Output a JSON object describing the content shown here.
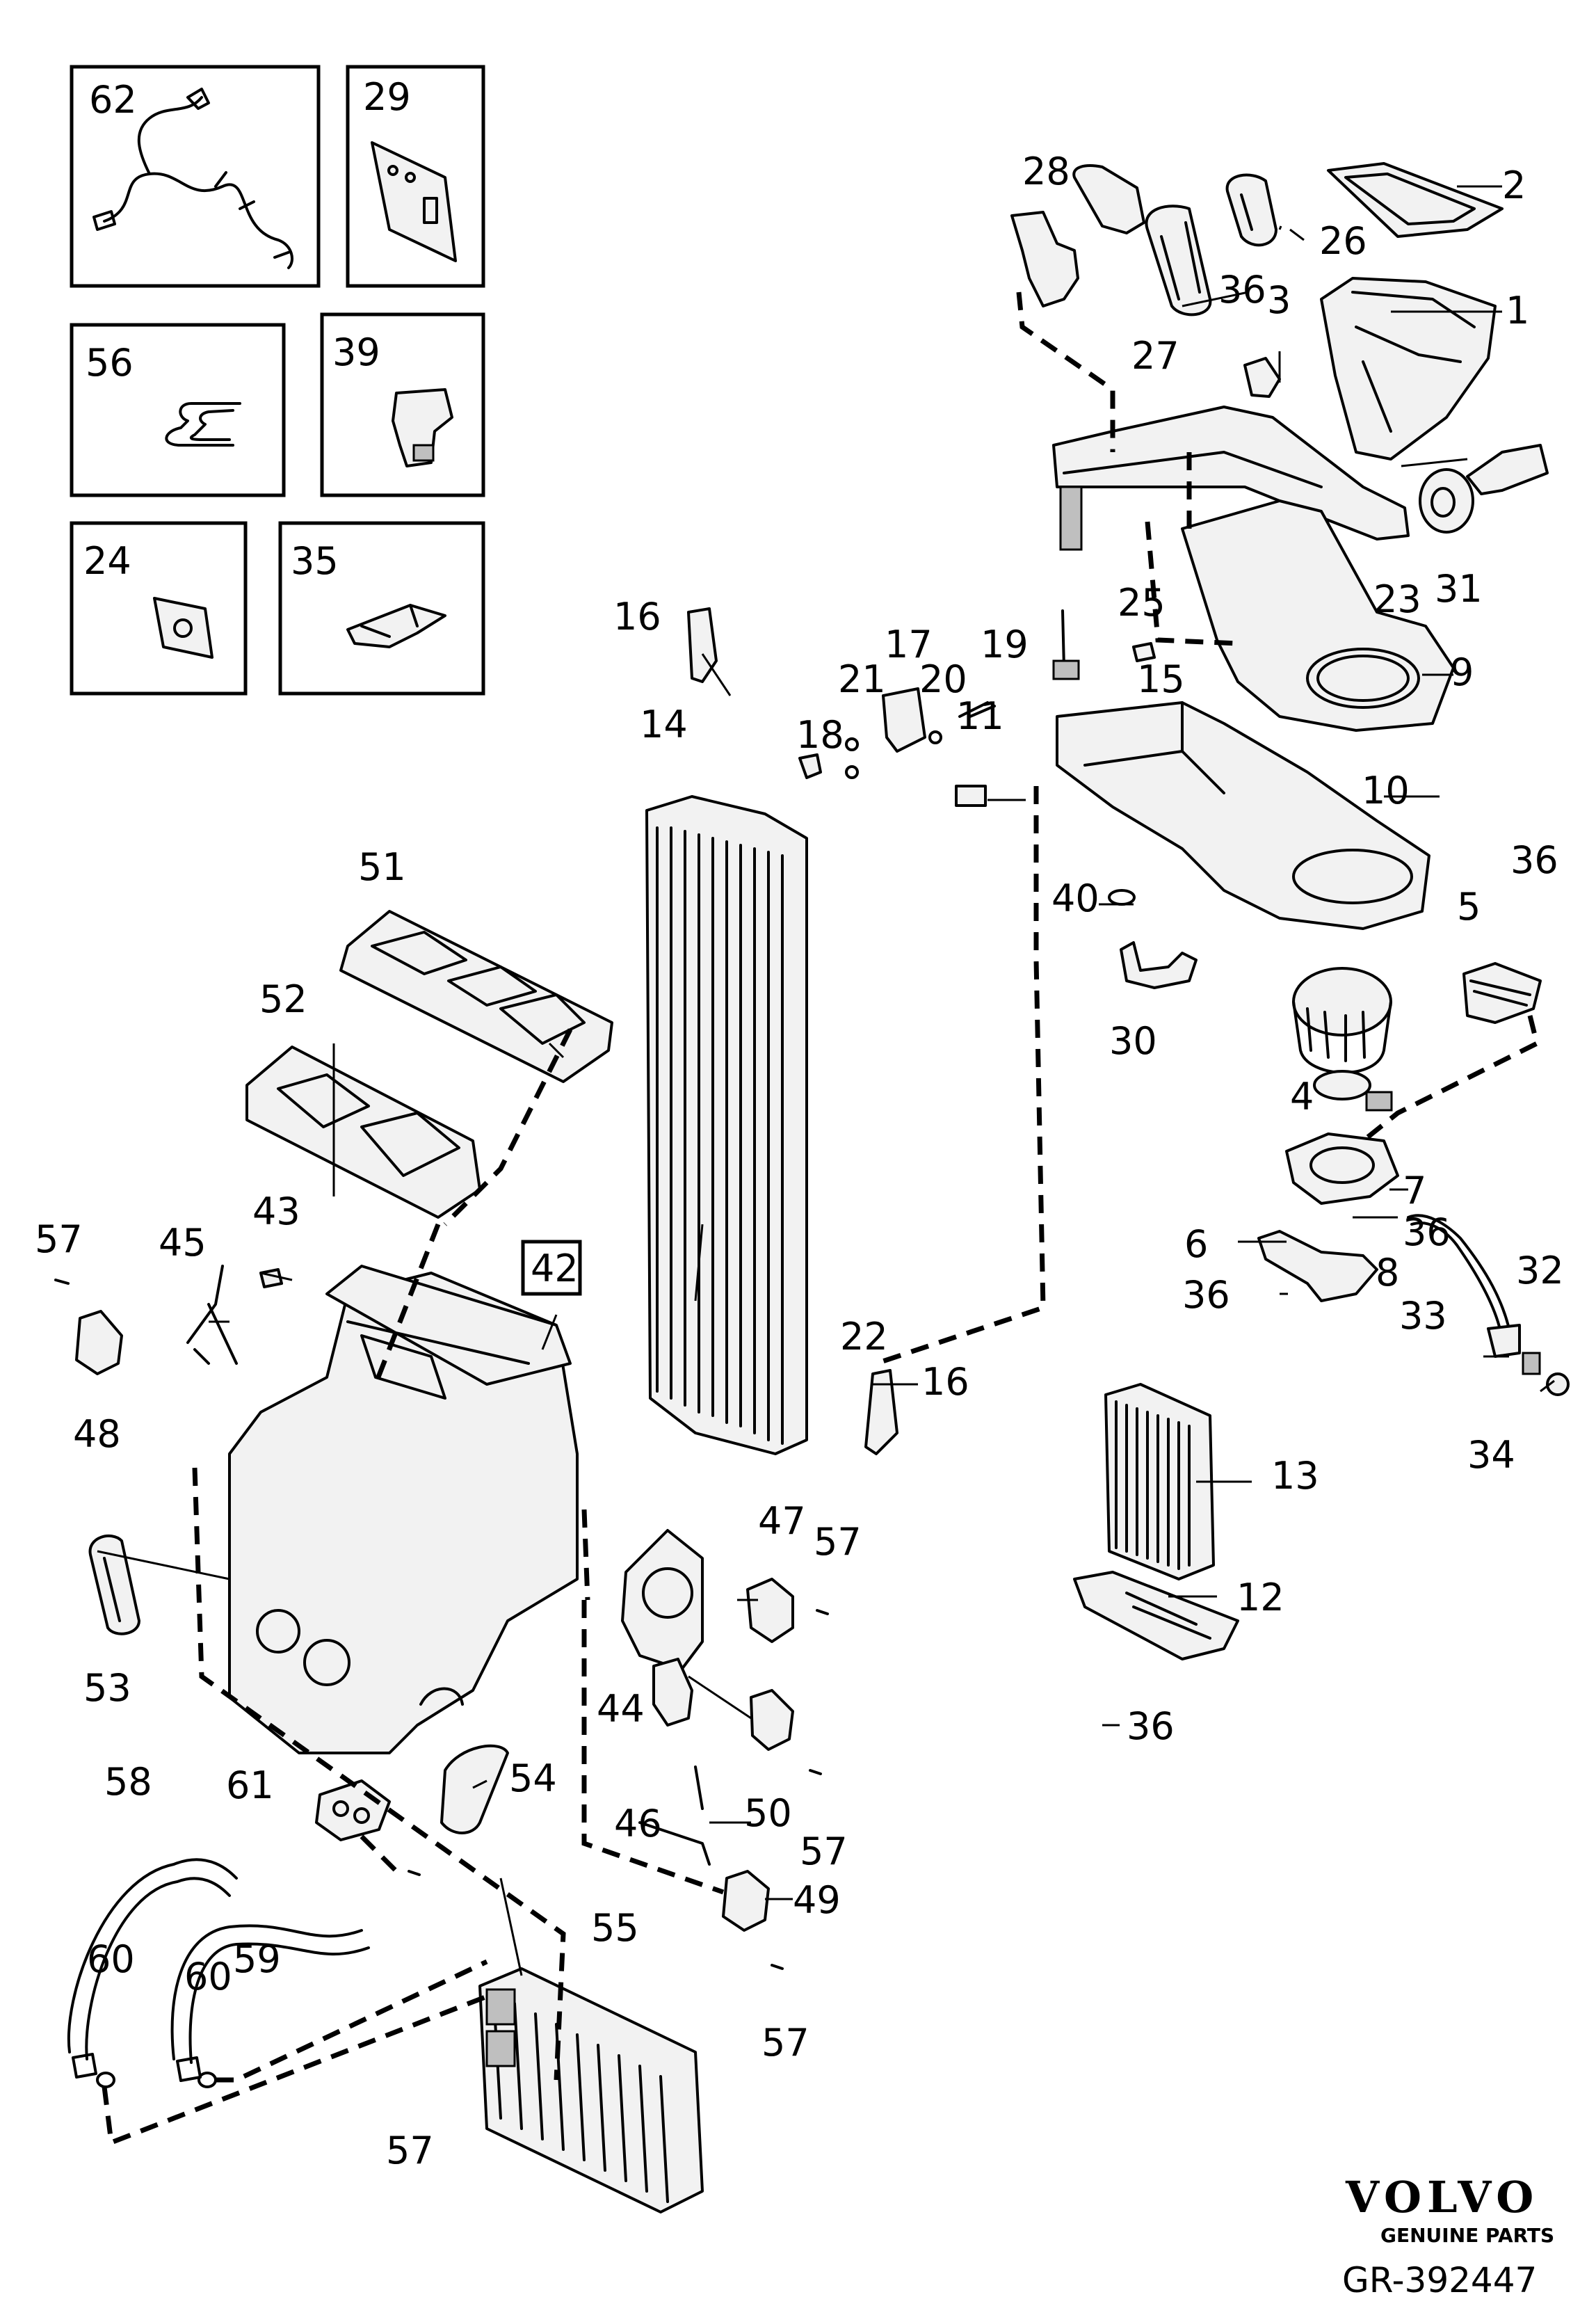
{
  "callouts": {
    "c1": "1",
    "c2": "2",
    "c3": "3",
    "c4": "4",
    "c5": "5",
    "c6": "6",
    "c7": "7",
    "c8": "8",
    "c9": "9",
    "c10": "10",
    "c11": "11",
    "c12": "12",
    "c13": "13",
    "c14": "14",
    "c15": "15",
    "c16": "16",
    "c17": "17",
    "c18": "18",
    "c19": "19",
    "c20": "20",
    "c21": "21",
    "c22": "22",
    "c23": "23",
    "c24": "24",
    "c25": "25",
    "c26": "26",
    "c27": "27",
    "c28": "28",
    "c29": "29",
    "c30": "30",
    "c31": "31",
    "c32": "32",
    "c33": "33",
    "c34": "34",
    "c35": "35",
    "c36": "36",
    "c39": "39",
    "c40": "40",
    "c42": "42",
    "c43": "43",
    "c44": "44",
    "c45": "45",
    "c46": "46",
    "c47": "47",
    "c48": "48",
    "c49": "49",
    "c50": "50",
    "c51": "51",
    "c52": "52",
    "c53": "53",
    "c54": "54",
    "c55": "55",
    "c56": "56",
    "c57": "57",
    "c58": "58",
    "c59": "59",
    "c60": "60",
    "c61": "61",
    "c62": "62"
  },
  "brand": {
    "logo_text": "VOLVO",
    "tagline": "GENUINE PARTS"
  },
  "reference": "GR-392447"
}
